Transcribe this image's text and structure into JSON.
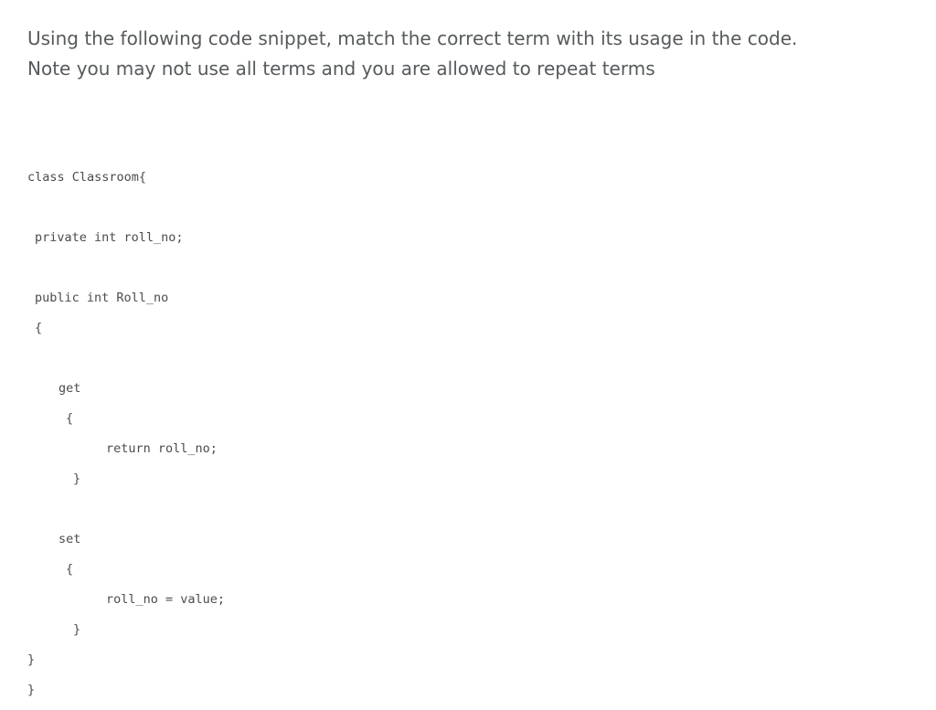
{
  "question": {
    "prompt_line_1": "Using the following code snippet, match the correct term with its usage in the code.",
    "prompt_line_2": "Note you may not use all terms and you are allowed to repeat terms"
  },
  "code": {
    "class_decl": "class Classroom{",
    "private_field": "private int roll_no;",
    "public_property": "public int Roll_no",
    "property_open_brace": "{",
    "get_keyword": "get",
    "get_open_brace": "{",
    "get_return": "return roll_no;",
    "get_close_brace": "}",
    "set_keyword": "set",
    "set_open_brace": "{",
    "set_assignment": "roll_no = value;",
    "set_close_brace": "}",
    "property_close_brace": "}",
    "class_close_brace": "}"
  }
}
